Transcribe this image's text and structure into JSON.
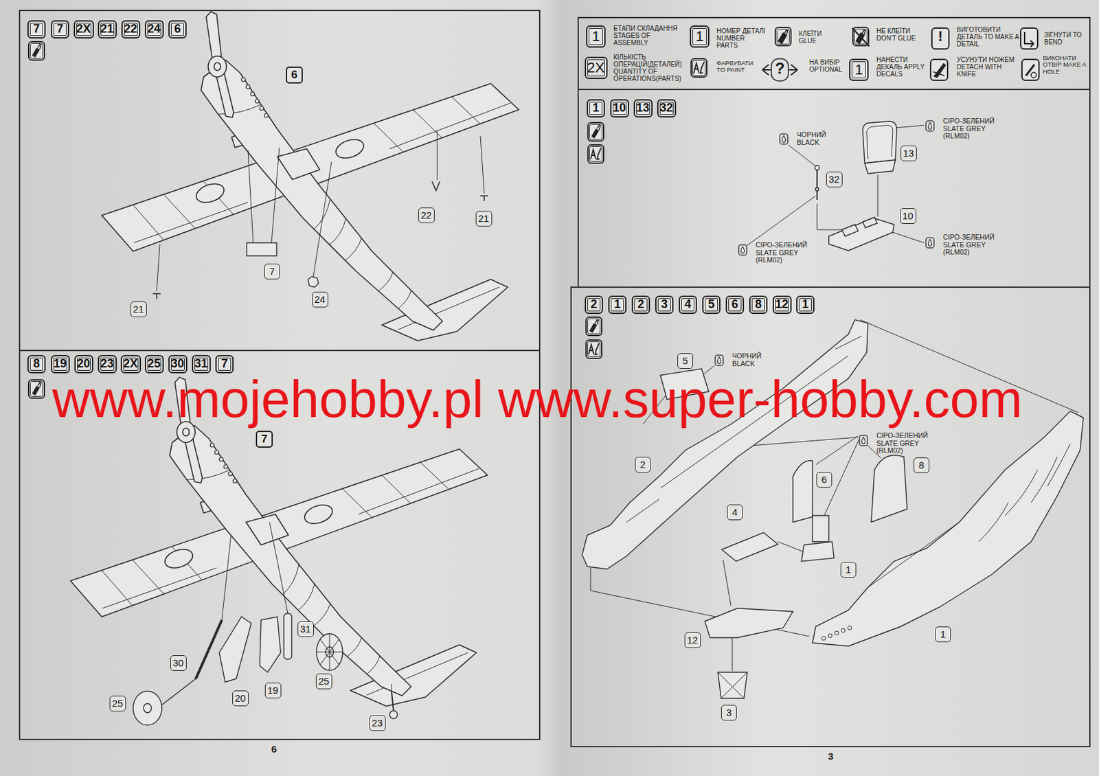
{
  "diagram": {
    "nodes": [
      {
        "text": [
          "7"
        ]
      },
      {
        "text": [
          "7"
        ]
      },
      {
        "text": [
          "2X"
        ]
      },
      {
        "text": [
          "21"
        ]
      },
      {
        "text": [
          "22"
        ]
      },
      {
        "text": [
          "24"
        ]
      },
      {
        "text": [
          "6"
        ]
      },
      {
        "text": [
          "6"
        ]
      },
      {
        "text": [
          "22"
        ]
      },
      {
        "text": [
          "21"
        ]
      },
      {
        "text": [
          "7"
        ]
      },
      {
        "text": [
          "21"
        ]
      },
      {
        "text": [
          "24"
        ]
      },
      {
        "text": [
          "8"
        ]
      },
      {
        "text": [
          "19"
        ]
      },
      {
        "text": [
          "20"
        ]
      },
      {
        "text": [
          "23"
        ]
      },
      {
        "text": [
          "2X"
        ]
      },
      {
        "text": [
          "25"
        ]
      },
      {
        "text": [
          "30"
        ]
      },
      {
        "text": [
          "31"
        ]
      },
      {
        "text": [
          "7"
        ]
      },
      {
        "text": [
          "7"
        ]
      },
      {
        "text": [
          "31"
        ]
      },
      {
        "text": [
          "30"
        ]
      },
      {
        "text": [
          "25"
        ]
      },
      {
        "text": [
          "19"
        ]
      },
      {
        "text": [
          "20"
        ]
      },
      {
        "text": [
          "25"
        ]
      },
      {
        "text": [
          "23"
        ]
      },
      {
        "text": [
          "1"
        ]
      },
      {
        "text": [
          "2X"
        ]
      },
      {
        "text": [
          "1"
        ]
      },
      {
        "text": [
          "1"
        ]
      },
      {
        "text": [
          "1"
        ]
      },
      {
        "text": [
          "10"
        ]
      },
      {
        "text": [
          "13"
        ]
      },
      {
        "text": [
          "32"
        ]
      },
      {
        "text": [
          "32"
        ]
      },
      {
        "text": [
          "13"
        ]
      },
      {
        "text": [
          "10"
        ]
      },
      {
        "text": [
          "2"
        ]
      },
      {
        "text": [
          "1"
        ]
      },
      {
        "text": [
          "2"
        ]
      },
      {
        "text": [
          "3"
        ]
      },
      {
        "text": [
          "4"
        ]
      },
      {
        "text": [
          "5"
        ]
      },
      {
        "text": [
          "6"
        ]
      },
      {
        "text": [
          "8"
        ]
      },
      {
        "text": [
          "12"
        ]
      },
      {
        "text": [
          "1"
        ]
      },
      {
        "text": [
          "5"
        ]
      },
      {
        "text": [
          "2"
        ]
      },
      {
        "text": [
          "6"
        ]
      },
      {
        "text": [
          "4"
        ]
      },
      {
        "text": [
          "8"
        ]
      },
      {
        "text": [
          "1"
        ]
      },
      {
        "text": [
          "12"
        ]
      },
      {
        "text": [
          "3"
        ]
      },
      {
        "text": [
          "1"
        ]
      }
    ],
    "labels": [
      "ЕТАПИ СКЛАДАННЯ STAGES OF ASSEMBLY",
      "КІЛЬКІСТЬ ОПЕРАЦІЙ(ДЕТАЛЕЙ) QUANTITY OF OPERATIONS(PARTS)",
      "НОМЕР ДЕТАЛІ NUMBER PARTS",
      "ФАРБУВАТИ TO PAINT",
      "КЛЕЇТИ GLUE",
      "?",
      "НА ВИБІР OPTIONAL",
      "НЕ КЛЕЇТИ DON'T GLUE",
      "НАНЕСТИ ДЕКАЛЬ APPLY DECALS",
      "!",
      "ВИГОТОВИТИ ДЕТАЛЬ TO MAKE A DETAIL",
      "УСУНУТИ НОЖЕМ DETACH WITH KNIFE",
      "ЗІГНУТИ TO BEND",
      "ВИКОНАТИ ОТВІР MAKE A HOLE",
      "ЧОРНИЙ BLACK",
      "СІРО-ЗЕЛЕНИЙ SLATE GREY (RLM02)",
      "СІРО-ЗЕЛЕНИЙ SLATE GREY (RLM02)",
      "СІРО-ЗЕЛЕНИЙ SLATE GREY (RLM02)",
      "ЧОРНИЙ BLACK",
      "СІРО-ЗЕЛЕНИЙ SLATE GREY (RLM02)",
      "6",
      "3",
      "www.mojehobby.pl www.super-hobby.com"
    ]
  }
}
